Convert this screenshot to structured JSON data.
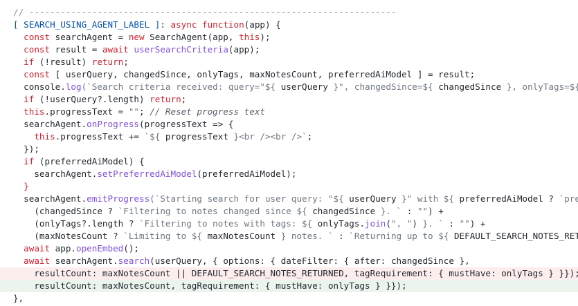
{
  "lines": [
    {
      "type": "normal",
      "indent": 0,
      "tokens": [
        {
          "t": "// ----------------------------------------------------------------------",
          "c": "rule"
        }
      ]
    },
    {
      "type": "normal",
      "indent": 0,
      "tokens": [
        {
          "t": "[ SEARCH_USING_AGENT_LABEL ]",
          "c": "br"
        },
        {
          "t": ": ",
          "c": "pl"
        },
        {
          "t": "async",
          "c": "kw"
        },
        {
          "t": " ",
          "c": "pl"
        },
        {
          "t": "function",
          "c": "kw"
        },
        {
          "t": "(app) {",
          "c": "pl"
        }
      ]
    },
    {
      "type": "normal",
      "indent": 1,
      "tokens": [
        {
          "t": "const",
          "c": "kw"
        },
        {
          "t": " searchAgent = ",
          "c": "pl"
        },
        {
          "t": "new",
          "c": "kw"
        },
        {
          "t": " SearchAgent(app, ",
          "c": "pl"
        },
        {
          "t": "this",
          "c": "kw"
        },
        {
          "t": ");",
          "c": "pl"
        }
      ]
    },
    {
      "type": "normal",
      "indent": 1,
      "tokens": [
        {
          "t": "const",
          "c": "kw"
        },
        {
          "t": " result = ",
          "c": "pl"
        },
        {
          "t": "await",
          "c": "kw"
        },
        {
          "t": " ",
          "c": "pl"
        },
        {
          "t": "userSearchCriteria",
          "c": "fn"
        },
        {
          "t": "(app);",
          "c": "pl"
        }
      ]
    },
    {
      "type": "normal",
      "indent": 1,
      "tokens": [
        {
          "t": "if",
          "c": "kw"
        },
        {
          "t": " (!result) ",
          "c": "pl"
        },
        {
          "t": "return",
          "c": "kw"
        },
        {
          "t": ";",
          "c": "pl"
        }
      ]
    },
    {
      "type": "normal",
      "indent": 1,
      "tokens": [
        {
          "t": "const",
          "c": "kw"
        },
        {
          "t": " [ userQuery, changedSince, onlyTags, maxNotesCount, preferredAiModel ] = result;",
          "c": "pl"
        }
      ]
    },
    {
      "type": "normal",
      "indent": 1,
      "tokens": [
        {
          "t": "console",
          "c": "pl"
        },
        {
          "t": ".",
          "c": "pl"
        },
        {
          "t": "log",
          "c": "fn"
        },
        {
          "t": "(`Search criteria received: query=\"${",
          "c": "str"
        },
        {
          "t": " userQuery ",
          "c": "pl"
        },
        {
          "t": "}\", changedSince=${",
          "c": "str"
        },
        {
          "t": " changedSince ",
          "c": "pl"
        },
        {
          "t": "}, onlyTags=${",
          "c": "str"
        },
        {
          "t": " onlyTags ",
          "c": "pl"
        }
      ]
    },
    {
      "type": "normal",
      "indent": 1,
      "tokens": [
        {
          "t": "if",
          "c": "kw"
        },
        {
          "t": " (!userQuery?.length) ",
          "c": "pl"
        },
        {
          "t": "return",
          "c": "kw"
        },
        {
          "t": ";",
          "c": "pl"
        }
      ]
    },
    {
      "type": "normal",
      "indent": 1,
      "tokens": [
        {
          "t": "this",
          "c": "kw"
        },
        {
          "t": ".progressText = ",
          "c": "pl"
        },
        {
          "t": "\"\"",
          "c": "str"
        },
        {
          "t": "; ",
          "c": "pl"
        },
        {
          "t": "// Reset progress text",
          "c": "cm"
        }
      ]
    },
    {
      "type": "normal",
      "indent": 1,
      "tokens": [
        {
          "t": "searchAgent.",
          "c": "pl"
        },
        {
          "t": "onProgress",
          "c": "fn"
        },
        {
          "t": "(progressText => {",
          "c": "pl"
        }
      ]
    },
    {
      "type": "normal",
      "indent": 2,
      "tokens": [
        {
          "t": "this",
          "c": "kw"
        },
        {
          "t": ".progressText += ",
          "c": "pl"
        },
        {
          "t": "`${",
          "c": "str"
        },
        {
          "t": " progressText ",
          "c": "pl"
        },
        {
          "t": "}<br /><br />`",
          "c": "str"
        },
        {
          "t": ";",
          "c": "pl"
        }
      ]
    },
    {
      "type": "normal",
      "indent": 1,
      "tokens": [
        {
          "t": "});",
          "c": "pl"
        }
      ]
    },
    {
      "type": "normal",
      "indent": 1,
      "tokens": [
        {
          "t": "if",
          "c": "kw"
        },
        {
          "t": " (preferredAiModel) {",
          "c": "pl"
        }
      ]
    },
    {
      "type": "normal",
      "indent": 2,
      "tokens": [
        {
          "t": "searchAgent.",
          "c": "pl"
        },
        {
          "t": "setPreferredAiModel",
          "c": "fn"
        },
        {
          "t": "(preferredAiModel);",
          "c": "pl"
        }
      ]
    },
    {
      "type": "normal",
      "indent": 1,
      "tokens": [
        {
          "t": "}",
          "c": "kw"
        }
      ]
    },
    {
      "type": "normal",
      "indent": 1,
      "tokens": [
        {
          "t": "searchAgent.",
          "c": "pl"
        },
        {
          "t": "emitProgress",
          "c": "fn"
        },
        {
          "t": "(`Starting search for user query: \"${",
          "c": "str"
        },
        {
          "t": " userQuery ",
          "c": "pl"
        },
        {
          "t": "}\" with ${",
          "c": "str"
        },
        {
          "t": " preferredAiModel ? ",
          "c": "pl"
        },
        {
          "t": "`preferre",
          "c": "str"
        }
      ]
    },
    {
      "type": "normal",
      "indent": 2,
      "tokens": [
        {
          "t": "(changedSince ? ",
          "c": "pl"
        },
        {
          "t": "`Filtering to notes changed since ${",
          "c": "str"
        },
        {
          "t": " changedSince ",
          "c": "pl"
        },
        {
          "t": "}. `",
          "c": "str"
        },
        {
          "t": " : ",
          "c": "pl"
        },
        {
          "t": "\"\"",
          "c": "str"
        },
        {
          "t": ") +",
          "c": "pl"
        }
      ]
    },
    {
      "type": "normal",
      "indent": 2,
      "tokens": [
        {
          "t": "(onlyTags?.length ? ",
          "c": "pl"
        },
        {
          "t": "`Filtering to notes with tags: ${",
          "c": "str"
        },
        {
          "t": " onlyTags.",
          "c": "pl"
        },
        {
          "t": "join",
          "c": "fn"
        },
        {
          "t": "(",
          "c": "pl"
        },
        {
          "t": "\", \"",
          "c": "str"
        },
        {
          "t": ") ",
          "c": "pl"
        },
        {
          "t": "}. `",
          "c": "str"
        },
        {
          "t": " : ",
          "c": "pl"
        },
        {
          "t": "\"\"",
          "c": "str"
        },
        {
          "t": ") +",
          "c": "pl"
        }
      ]
    },
    {
      "type": "normal",
      "indent": 2,
      "tokens": [
        {
          "t": "(maxNotesCount ? ",
          "c": "pl"
        },
        {
          "t": "`Limiting to ${",
          "c": "str"
        },
        {
          "t": " maxNotesCount ",
          "c": "pl"
        },
        {
          "t": "} notes. `",
          "c": "str"
        },
        {
          "t": " : ",
          "c": "pl"
        },
        {
          "t": "`Returning up to ${",
          "c": "str"
        },
        {
          "t": " DEFAULT_SEARCH_NOTES_RETURNED",
          "c": "pl"
        }
      ]
    },
    {
      "type": "normal",
      "indent": 1,
      "tokens": [
        {
          "t": "await",
          "c": "kw"
        },
        {
          "t": " app.",
          "c": "pl"
        },
        {
          "t": "openEmbed",
          "c": "fn"
        },
        {
          "t": "();",
          "c": "pl"
        }
      ]
    },
    {
      "type": "normal",
      "indent": 1,
      "tokens": [
        {
          "t": "await",
          "c": "kw"
        },
        {
          "t": " searchAgent.",
          "c": "pl"
        },
        {
          "t": "search",
          "c": "fn"
        },
        {
          "t": "(userQuery, { options: { dateFilter: { after: changedSince },",
          "c": "pl"
        }
      ]
    },
    {
      "type": "del",
      "indent": 2,
      "tokens": [
        {
          "t": "resultCount: maxNotesCount || DEFAULT_SEARCH_NOTES_RETURNED, tagRequirement: { mustHave: onlyTags } }});",
          "c": "pl"
        }
      ]
    },
    {
      "type": "add",
      "indent": 2,
      "tokens": [
        {
          "t": "resultCount: maxNotesCount, tagRequirement: { mustHave: onlyTags } }});",
          "c": "pl"
        }
      ]
    },
    {
      "type": "normal",
      "indent": 0,
      "tokens": [
        {
          "t": "},",
          "c": "pl"
        }
      ]
    }
  ]
}
